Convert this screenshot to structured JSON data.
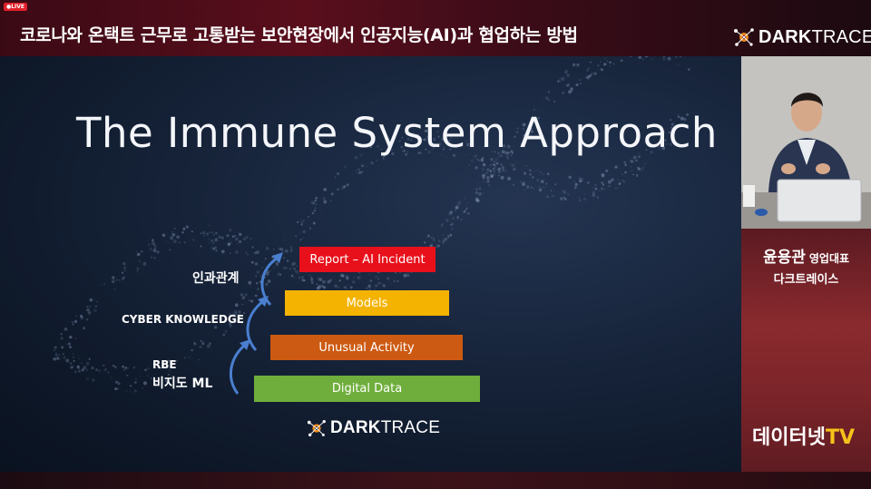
{
  "header": {
    "live_badge": "●LIVE",
    "title": "코로나와 온택트 근무로 고통받는 보안현장에서 인공지능(AI)과 협업하는 방법",
    "brand_part1": "DARK",
    "brand_part2": "TRACE"
  },
  "slide": {
    "title": "The Immune System Approach",
    "layers": [
      {
        "label": "Report – AI Incident",
        "color": "#e8101b"
      },
      {
        "label": "Models",
        "color": "#f3b300"
      },
      {
        "label": "Unusual Activity",
        "color": "#cd5a12"
      },
      {
        "label": "Digital Data",
        "color": "#6fae3c"
      }
    ],
    "side_labels": {
      "causal": "인과관계",
      "cyber": "CYBER KNOWLEDGE",
      "rbe": "RBE",
      "unsupervised": "비지도 ML"
    },
    "brand_part1": "DARK",
    "brand_part2": "TRACE"
  },
  "speaker": {
    "name": "윤용관",
    "role": "영업대표",
    "company": "다크트레이스"
  },
  "channel": {
    "name": "데이터넷",
    "suffix": "TV"
  },
  "colors": {
    "brand_orange": "#f08a1c",
    "channel_yellow": "#f6c21a"
  }
}
